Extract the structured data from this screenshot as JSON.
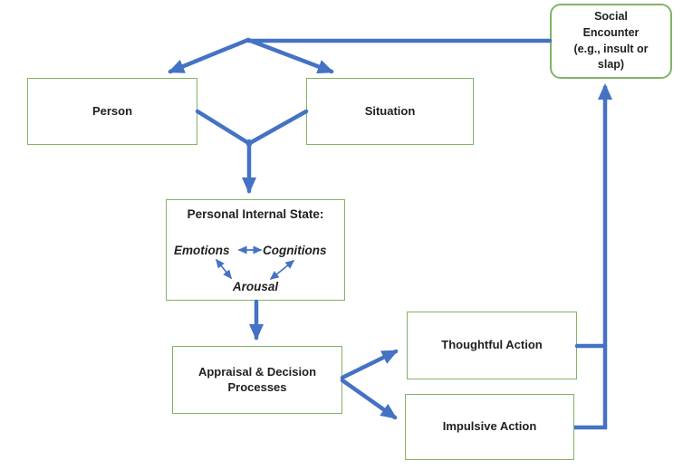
{
  "colors": {
    "box_border_green": "#82b366",
    "arrow_blue": "#4472c4",
    "text_black": "#1f1f1f",
    "background": "#ffffff"
  },
  "nodes": {
    "social_encounter": {
      "label": "Social\nEncounter\n(e.g., insult or\nslap)"
    },
    "person": {
      "label": "Person"
    },
    "situation": {
      "label": "Situation"
    },
    "personal_internal_state": {
      "title": "Personal Internal State:",
      "emotions": "Emotions",
      "cognitions": "Cognitions",
      "arousal": "Arousal"
    },
    "appraisal": {
      "label": "Appraisal & Decision Processes"
    },
    "thoughtful": {
      "label": "Thoughtful Action"
    },
    "impulsive": {
      "label": "Impulsive Action"
    }
  },
  "edges": [
    {
      "from": "social_encounter",
      "to": "person",
      "bidirectional": false
    },
    {
      "from": "social_encounter",
      "to": "situation",
      "bidirectional": false
    },
    {
      "from": "person",
      "to": "personal_internal_state",
      "bidirectional": false
    },
    {
      "from": "situation",
      "to": "personal_internal_state",
      "bidirectional": false
    },
    {
      "from": "personal_internal_state",
      "to": "appraisal",
      "bidirectional": false
    },
    {
      "from": "appraisal",
      "to": "thoughtful",
      "bidirectional": false
    },
    {
      "from": "appraisal",
      "to": "impulsive",
      "bidirectional": false
    },
    {
      "from": "thoughtful",
      "to": "social_encounter",
      "bidirectional": false
    },
    {
      "from": "impulsive",
      "to": "social_encounter",
      "bidirectional": false
    },
    {
      "from": "emotions",
      "to": "cognitions",
      "bidirectional": true
    },
    {
      "from": "emotions",
      "to": "arousal",
      "bidirectional": true
    },
    {
      "from": "cognitions",
      "to": "arousal",
      "bidirectional": true
    }
  ]
}
